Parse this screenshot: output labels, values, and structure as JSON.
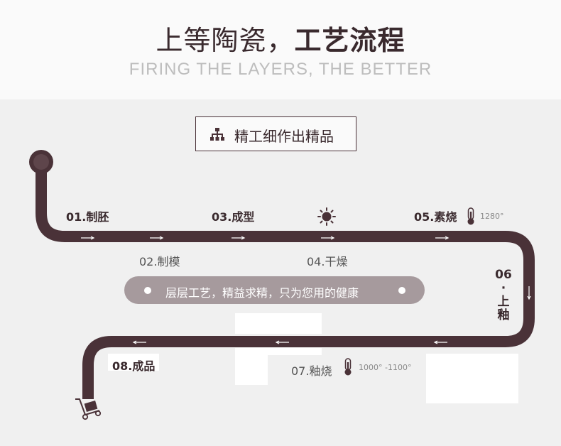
{
  "header": {
    "title_light": "上等陶瓷，",
    "title_bold": "工艺流程",
    "subtitle": "FIRING THE LAYERS, THE BETTER"
  },
  "section_box": {
    "label": "精工细作出精品",
    "icon": "org-chart-icon"
  },
  "steps": {
    "s01": "01.制胚",
    "s02": "02.制模",
    "s03": "03.成型",
    "s04": "04.干燥",
    "s05": "05.素烧",
    "s06_num": "06",
    "s06_dot": "·",
    "s06_c1": "上",
    "s06_c2": "釉",
    "s07": "07.釉烧",
    "s08": "08.成品"
  },
  "temps": {
    "t05": "1280°",
    "t07": "1000° -1100°"
  },
  "banner": {
    "text": "层层工艺，精益求精，只为您用的健康"
  },
  "icons": [
    "sun-icon",
    "thermometer-icon",
    "hand-truck-icon",
    "arrow-right-icon",
    "arrow-left-icon",
    "arrow-down-icon"
  ],
  "colors": {
    "route": "#4a3238",
    "banner": "#a69a9d",
    "text": "#3a2a2e"
  }
}
